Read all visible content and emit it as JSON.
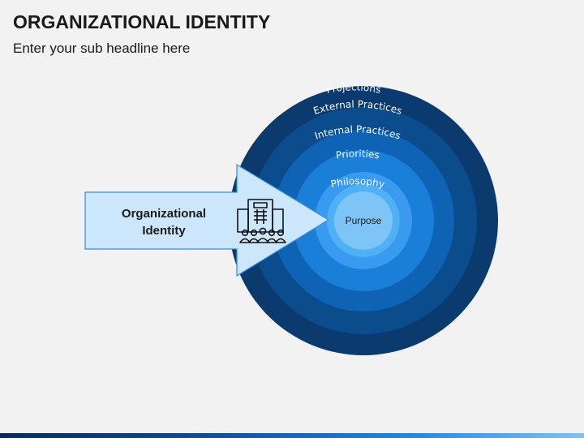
{
  "header": {
    "title": "ORGANIZATIONAL IDENTITY",
    "subtitle": "Enter your sub headline here"
  },
  "diagram": {
    "rings": [
      {
        "label": "Projections",
        "color": "#0b3a6e"
      },
      {
        "label": "External Practices",
        "color": "#0b4c8c"
      },
      {
        "label": "Internal Practices",
        "color": "#0f63b5"
      },
      {
        "label": "Priorities",
        "color": "#1a7fd8"
      },
      {
        "label": "Philosophy",
        "color": "#3a9af0"
      }
    ],
    "core": {
      "label": "Purpose",
      "color": "#7ec4f7",
      "halo": "#4fb0f6"
    },
    "arrow": {
      "line1": "Organizational",
      "line2": "Identity",
      "fill": "#cce7fb",
      "stroke": "#2f8fe0",
      "icon": "building-people-icon"
    }
  }
}
